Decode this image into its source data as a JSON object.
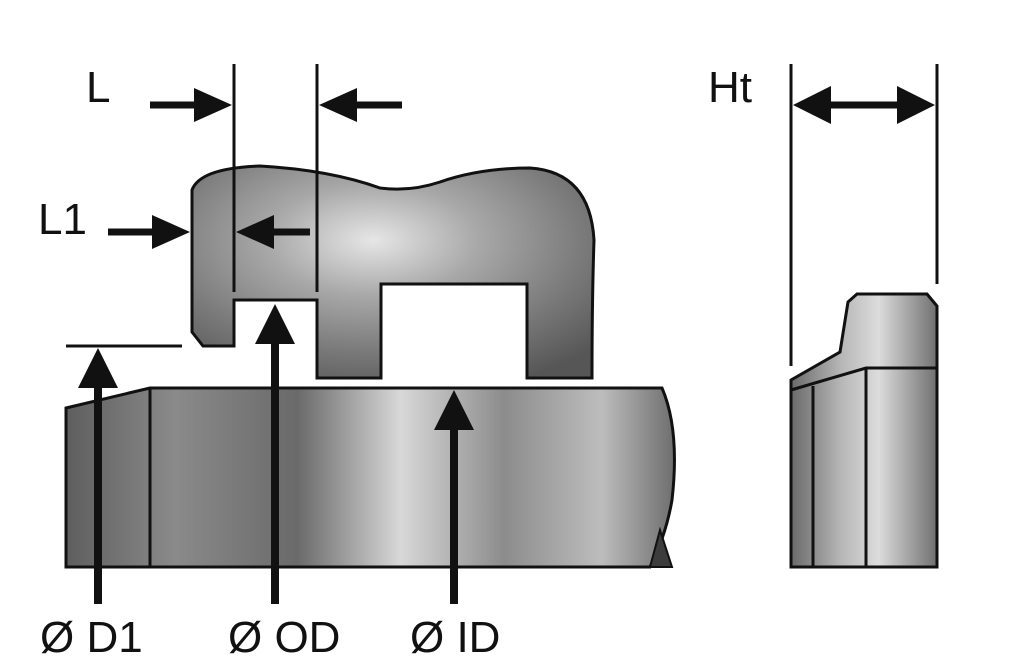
{
  "labels": {
    "L": "L",
    "L1": "L1",
    "Ht": "Ht",
    "D1": "Ø D1",
    "OD": "Ø OD",
    "ID": "Ø ID"
  },
  "colors": {
    "outline": "#111111",
    "metal_dark": "#5a5a5a",
    "metal_mid": "#9a9a9a",
    "metal_light": "#e2e2e2",
    "background": "#ffffff"
  }
}
